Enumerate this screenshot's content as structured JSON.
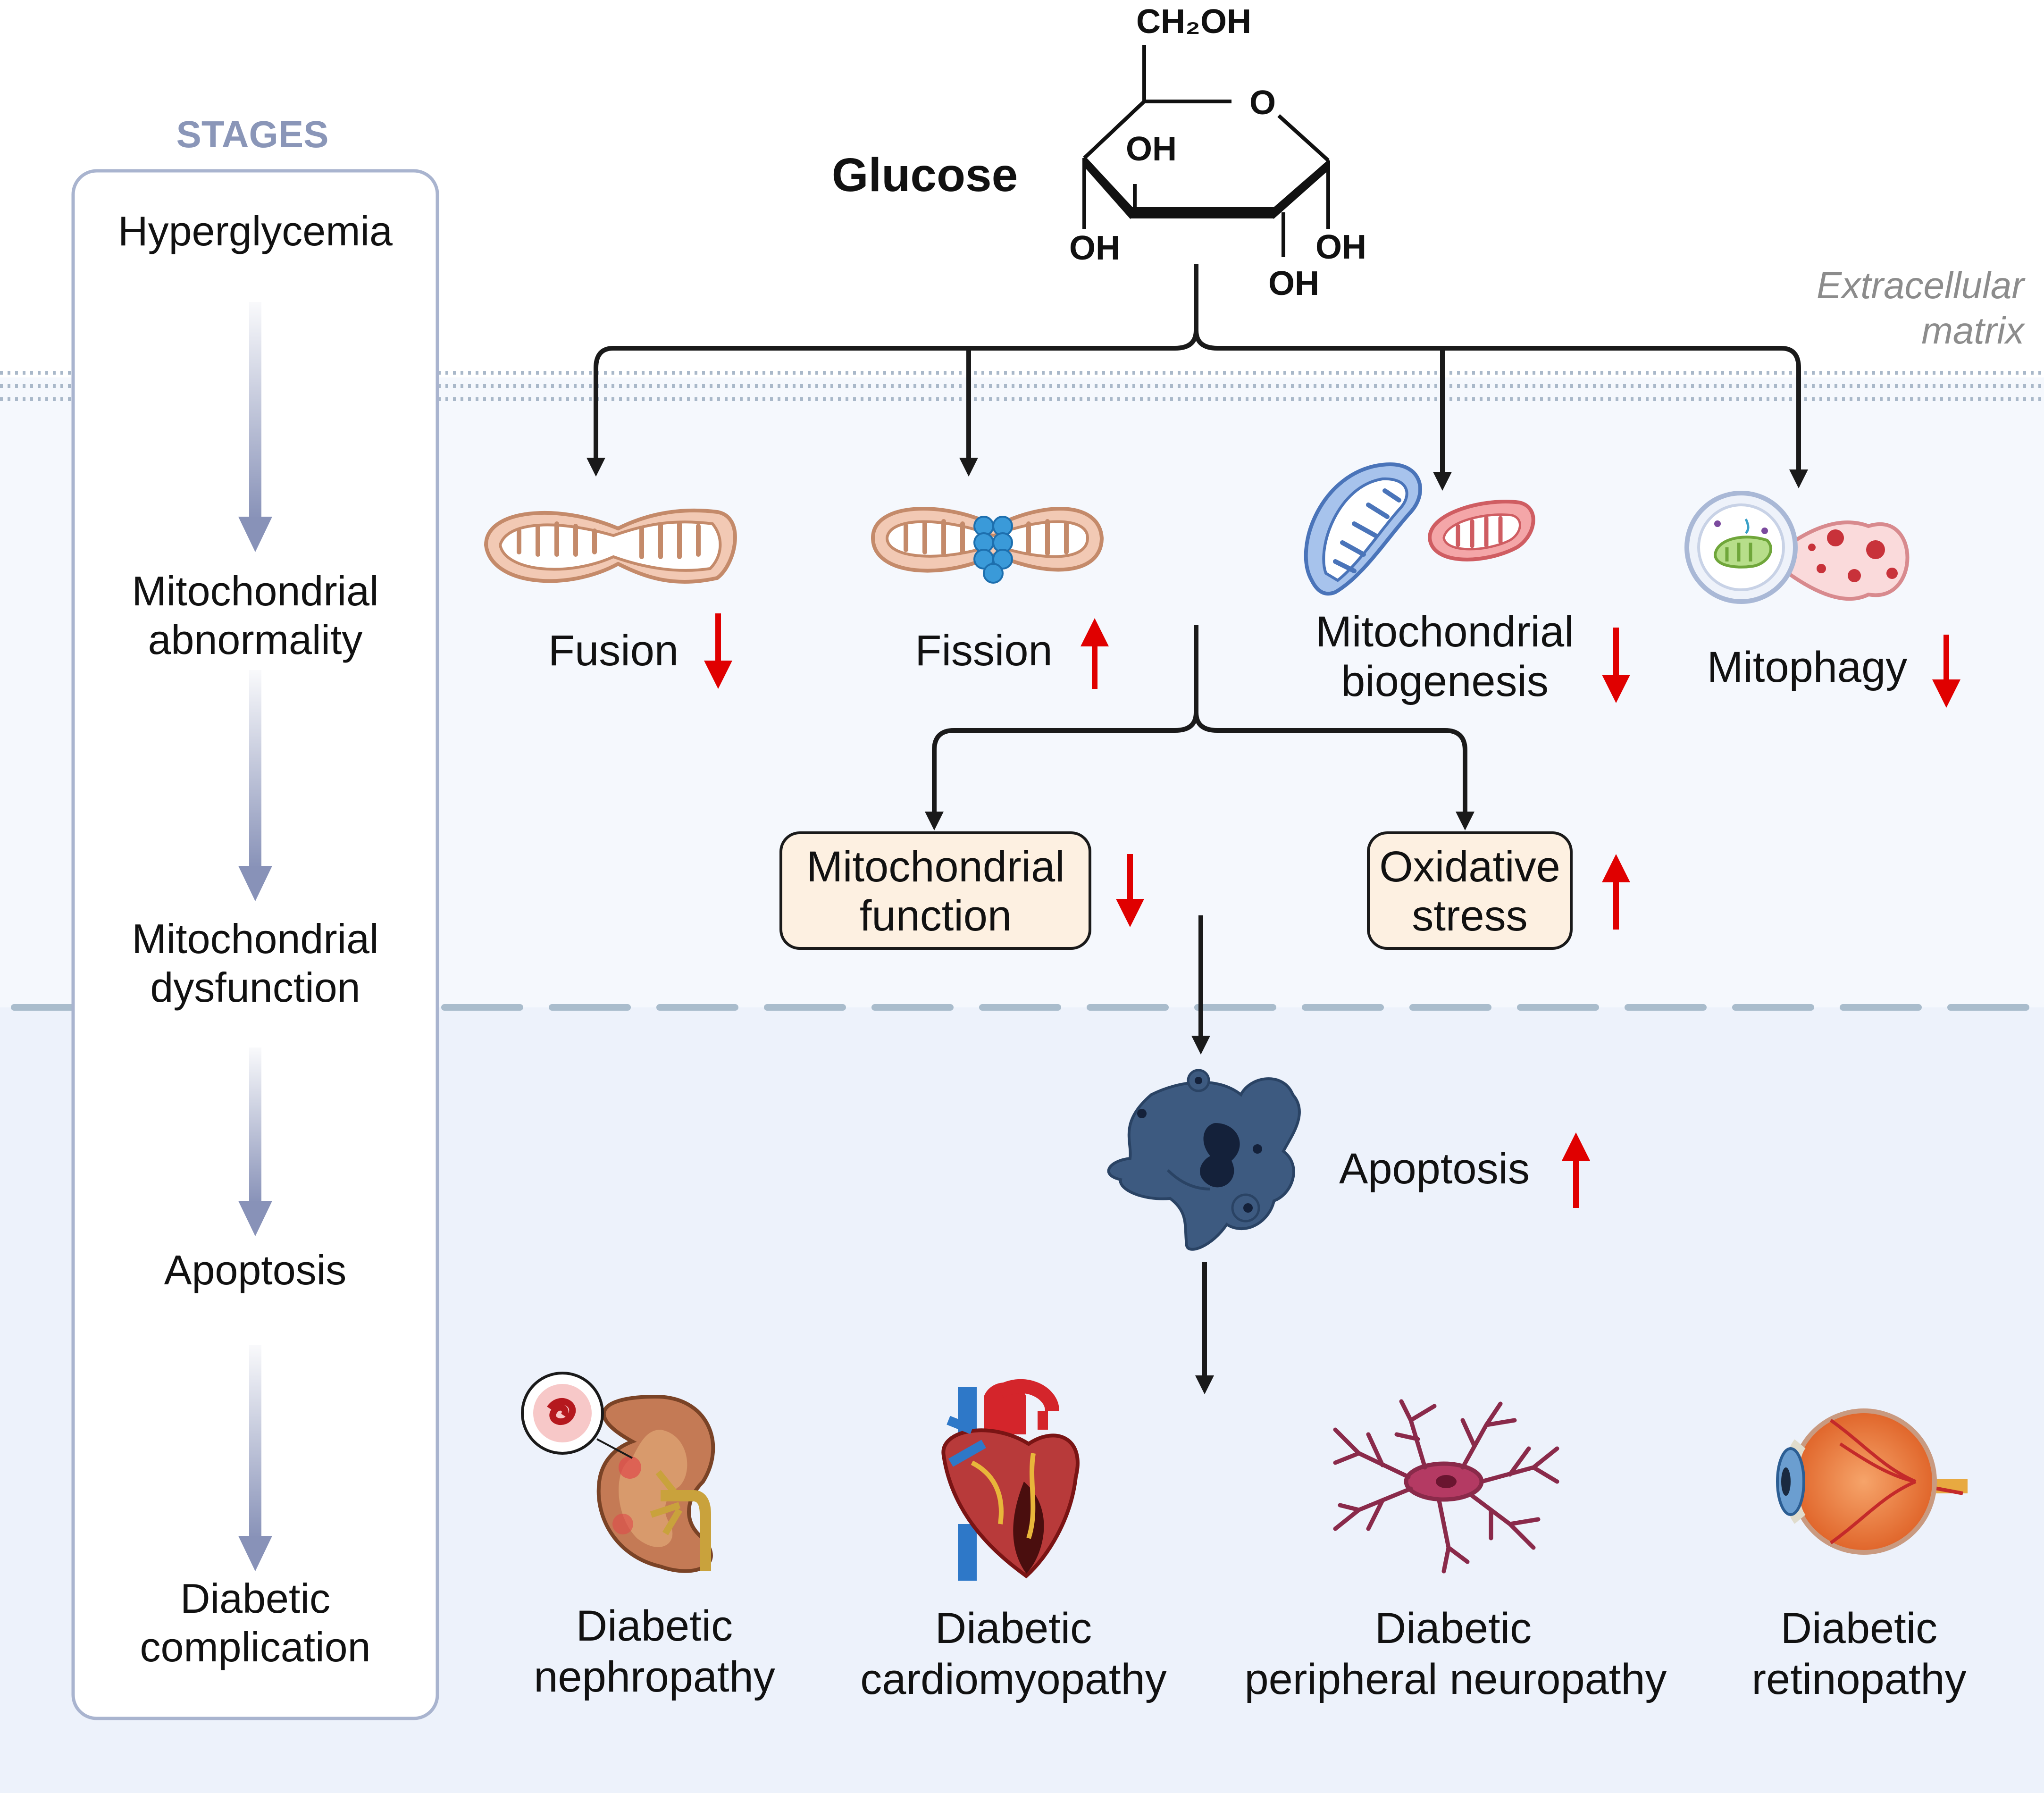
{
  "stages": {
    "heading": "STAGES",
    "items": [
      {
        "lines": [
          "Hyperglycemia"
        ]
      },
      {
        "lines": [
          "Mitochondrial",
          "abnormality"
        ]
      },
      {
        "lines": [
          "Mitochondrial",
          "dysfunction"
        ]
      },
      {
        "lines": [
          "Apoptosis"
        ]
      },
      {
        "lines": [
          "Diabetic",
          "complication"
        ]
      }
    ]
  },
  "glucose": {
    "name": "Glucose",
    "groups": {
      "ch2oh": "CH₂OH",
      "ring_o": "O",
      "oh_a": "OH",
      "oh_b": "OH",
      "oh_c": "OH",
      "oh_d": "OH"
    }
  },
  "region": {
    "extracellular_line1": "Extracellular",
    "extracellular_line2": "matrix"
  },
  "mito_processes": [
    {
      "lines": [
        "Fusion"
      ],
      "change": "down"
    },
    {
      "lines": [
        "Fission"
      ],
      "change": "up"
    },
    {
      "lines": [
        "Mitochondrial",
        "biogenesis"
      ],
      "change": "down"
    },
    {
      "lines": [
        "Mitophagy"
      ],
      "change": "down"
    }
  ],
  "outcomes": [
    {
      "lines": [
        "Mitochondrial",
        "function"
      ],
      "change": "down"
    },
    {
      "lines": [
        "Oxidative",
        "stress"
      ],
      "change": "up"
    }
  ],
  "apoptosis": {
    "label": "Apoptosis",
    "change": "up"
  },
  "complications": [
    {
      "lines": [
        "Diabetic",
        "nephropathy"
      ],
      "icon": "kidney-icon"
    },
    {
      "lines": [
        "Diabetic",
        "cardiomyopathy"
      ],
      "icon": "heart-icon"
    },
    {
      "lines": [
        "Diabetic",
        "peripheral neuropathy"
      ],
      "icon": "neuron-icon"
    },
    {
      "lines": [
        "Diabetic",
        "retinopathy"
      ],
      "icon": "eye-icon"
    }
  ],
  "colors": {
    "arrow": "#1a1a1a",
    "change_arrow": "#e00000",
    "stage_border": "#a9b4cf",
    "stage_heading": "#8a96b8",
    "stage_arrow": "#8892b8",
    "cytoplasm": "#f5f8fd",
    "lower_region": "#edf2fb",
    "box_fill": "#fdf0e1"
  }
}
